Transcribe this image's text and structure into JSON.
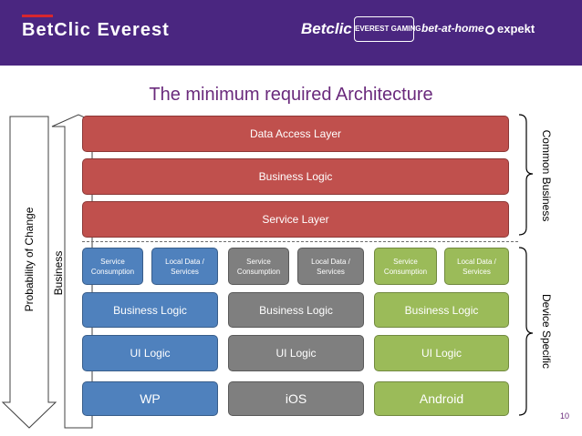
{
  "header": {
    "brand": "BetClic Everest",
    "logos": [
      "Betclic",
      "EVEREST GAMING",
      "bet-at-home",
      "expekt"
    ]
  },
  "title": "The minimum required Architecture",
  "common_layers": [
    {
      "label": "Data Access Layer"
    },
    {
      "label": "Business Logic"
    },
    {
      "label": "Service Layer"
    }
  ],
  "columns": [
    {
      "color": "#4f81bd",
      "service_consumption": "Service Consumption",
      "local_data": "Local Data / Services",
      "business_logic": "Business Logic",
      "ui_logic": "UI Logic",
      "platform": "WP"
    },
    {
      "color": "#7f7f7f",
      "service_consumption": "Service Consumption",
      "local_data": "Local Data / Services",
      "business_logic": "Business Logic",
      "ui_logic": "UI Logic",
      "platform": "iOS"
    },
    {
      "color": "#9bbb59",
      "service_consumption": "Service Consumption",
      "local_data": "Local Data / Services",
      "business_logic": "Business Logic",
      "ui_logic": "UI Logic",
      "platform": "Android"
    }
  ],
  "labels": {
    "probability_of_change": "Probability of Change",
    "business": "Business",
    "common_business": "Common Business",
    "device_specific": "Device Specific"
  },
  "page_number": "10",
  "colors": {
    "header": "#4a2680",
    "title": "#6a2a7c",
    "red_layer": "#c0504d"
  }
}
